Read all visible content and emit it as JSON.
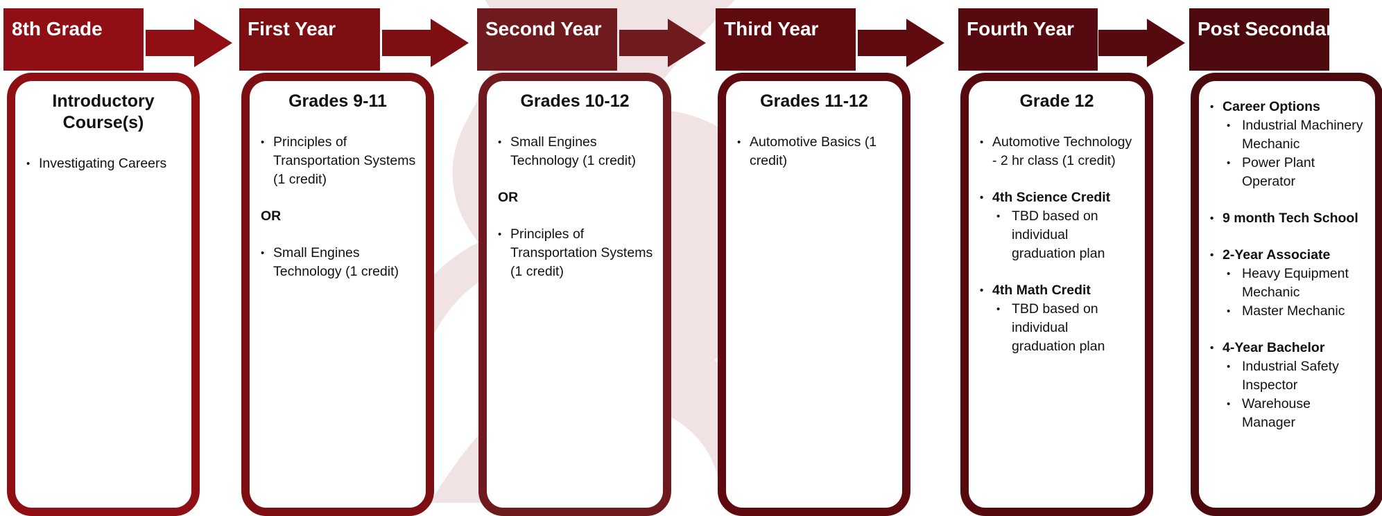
{
  "colors": {
    "c1": "#8f0f14",
    "c2": "#7d0f13",
    "c3": "#6e1a1e",
    "c4": "#5f0a0f",
    "c5": "#560a10",
    "c6": "#4c0a0e",
    "watermark": "#f1e2e3"
  },
  "columns": [
    {
      "header": "8th Grade",
      "title": "Introductory Course(s)",
      "items": [
        {
          "text": "Investigating Careers"
        }
      ]
    },
    {
      "header": "First Year",
      "title": "Grades 9-11",
      "items": [
        {
          "text": "Principles of Transportation Systems   (1 credit)"
        },
        {
          "or": "OR"
        },
        {
          "text": "Small Engines Technology   (1 credit)"
        }
      ]
    },
    {
      "header": "Second Year",
      "title": "Grades 10-12",
      "items": [
        {
          "text": "Small Engines Technology   (1 credit)"
        },
        {
          "or": "OR"
        },
        {
          "text": "Principles of Transportation Systems   (1 credit)"
        }
      ]
    },
    {
      "header": "Third Year",
      "title": "Grades 11-12",
      "items": [
        {
          "text": "Automotive Basics (1 credit)"
        }
      ]
    },
    {
      "header": "Fourth Year",
      "title": "Grade 12",
      "items": [
        {
          "text": "Automotive Technology - 2 hr class   (1 credit)"
        },
        {
          "text": "4th Science Credit",
          "bold": true,
          "sub": [
            "TBD based on individual graduation plan"
          ]
        },
        {
          "text": "4th Math Credit",
          "bold": true,
          "sub": [
            "TBD based on individual graduation plan"
          ]
        }
      ]
    },
    {
      "header": "Post Secondary",
      "title": "",
      "items": [
        {
          "text": "Career Options",
          "bold": true,
          "sub": [
            "Industrial Machinery Mechanic",
            "Power Plant Operator"
          ]
        },
        {
          "text": "9 month Tech School",
          "bold": true
        },
        {
          "text": "2-Year Associate",
          "bold": true,
          "sub": [
            "Heavy Equipment Mechanic",
            "Master Mechanic"
          ]
        },
        {
          "text": "4-Year Bachelor",
          "bold": true,
          "sub": [
            "Industrial Safety Inspector",
            "Warehouse Manager"
          ]
        }
      ]
    }
  ]
}
